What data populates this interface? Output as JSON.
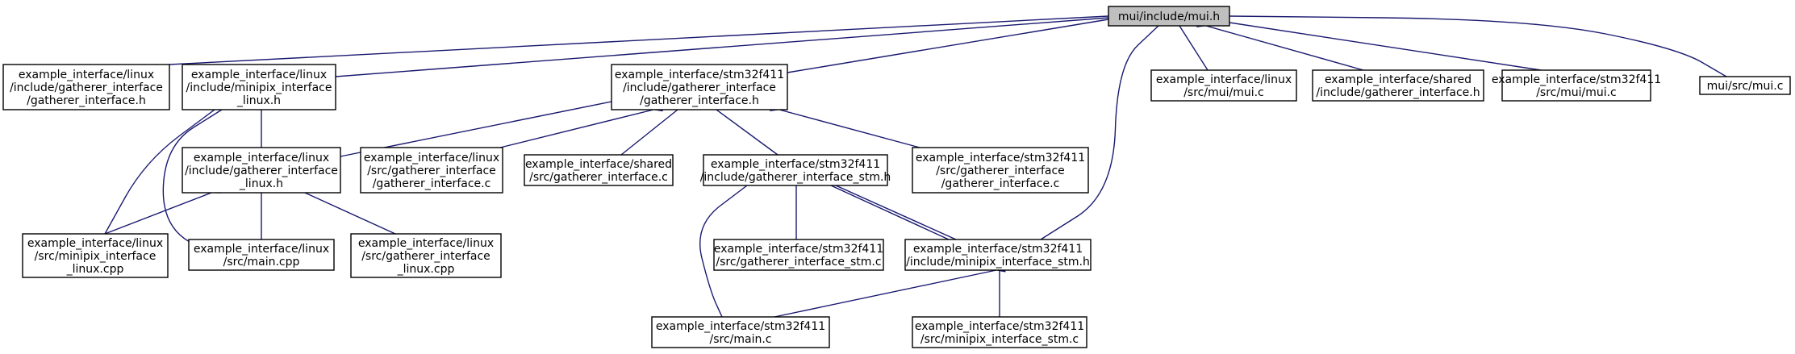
{
  "nodes": {
    "mui_h": [
      "mui/include/mui.h"
    ],
    "linux_gatherer_h": [
      "example_interface/linux",
      "/include/gatherer_interface",
      "/gatherer_interface.h"
    ],
    "linux_minipix_h": [
      "example_interface/linux",
      "/include/minipix_interface",
      "_linux.h"
    ],
    "stm_gatherer_h": [
      "example_interface/stm32f411",
      "/include/gatherer_interface",
      "/gatherer_interface.h"
    ],
    "linux_mui_c": [
      "example_interface/linux",
      "/src/mui/mui.c"
    ],
    "shared_gatherer_h": [
      "example_interface/shared",
      "/include/gatherer_interface.h"
    ],
    "stm_mui_c": [
      "example_interface/stm32f411",
      "/src/mui/mui.c"
    ],
    "mui_src_c": [
      "mui/src/mui.c"
    ],
    "linux_gatherer_linux_h": [
      "example_interface/linux",
      "/include/gatherer_interface",
      "_linux.h"
    ],
    "linux_gatherer_c": [
      "example_interface/linux",
      "/src/gatherer_interface",
      "/gatherer_interface.c"
    ],
    "shared_gatherer_c": [
      "example_interface/shared",
      "/src/gatherer_interface.c"
    ],
    "stm_gatherer_stm_h": [
      "example_interface/stm32f411",
      "/include/gatherer_interface_stm.h"
    ],
    "stm_gatherer_c": [
      "example_interface/stm32f411",
      "/src/gatherer_interface",
      "/gatherer_interface.c"
    ],
    "linux_minipix_cpp": [
      "example_interface/linux",
      "/src/minipix_interface",
      "_linux.cpp"
    ],
    "linux_main_cpp": [
      "example_interface/linux",
      "/src/main.cpp"
    ],
    "linux_gatherer_linux_cpp": [
      "example_interface/linux",
      "/src/gatherer_interface",
      "_linux.cpp"
    ],
    "stm_gatherer_stm_c": [
      "example_interface/stm32f411",
      "/src/gatherer_interface_stm.c"
    ],
    "stm_minipix_h": [
      "example_interface/stm32f411",
      "/include/minipix_interface_stm.h"
    ],
    "stm_main_c": [
      "example_interface/stm32f411",
      "/src/main.c"
    ],
    "stm_minipix_c": [
      "example_interface/stm32f411",
      "/src/minipix_interface_stm.c"
    ]
  },
  "edges": [
    [
      "linux_gatherer_h",
      "mui_h"
    ],
    [
      "linux_minipix_h",
      "mui_h"
    ],
    [
      "stm_gatherer_h",
      "mui_h"
    ],
    [
      "linux_mui_c",
      "mui_h"
    ],
    [
      "shared_gatherer_h",
      "mui_h"
    ],
    [
      "stm_mui_c",
      "mui_h"
    ],
    [
      "mui_src_c",
      "mui_h"
    ],
    [
      "stm_minipix_h",
      "mui_h"
    ],
    [
      "linux_gatherer_linux_h",
      "linux_minipix_h"
    ],
    [
      "linux_minipix_cpp",
      "linux_minipix_h"
    ],
    [
      "linux_main_cpp",
      "linux_minipix_h"
    ],
    [
      "linux_gatherer_linux_h",
      "stm_gatherer_h"
    ],
    [
      "linux_gatherer_c",
      "stm_gatherer_h"
    ],
    [
      "shared_gatherer_c",
      "stm_gatherer_h"
    ],
    [
      "stm_gatherer_stm_h",
      "stm_gatherer_h"
    ],
    [
      "stm_gatherer_c",
      "stm_gatherer_h"
    ],
    [
      "linux_minipix_cpp",
      "linux_gatherer_linux_h"
    ],
    [
      "linux_main_cpp",
      "linux_gatherer_linux_h"
    ],
    [
      "linux_gatherer_linux_cpp",
      "linux_gatherer_linux_h"
    ],
    [
      "stm_gatherer_stm_c",
      "stm_gatherer_stm_h"
    ],
    [
      "stm_minipix_h",
      "stm_gatherer_stm_h"
    ],
    [
      "stm_main_c",
      "stm_gatherer_stm_h"
    ],
    [
      "stm_gatherer_stm_h",
      "stm_minipix_h"
    ],
    [
      "stm_main_c",
      "stm_minipix_h"
    ],
    [
      "stm_minipix_c",
      "stm_minipix_h"
    ]
  ],
  "colors": {
    "edge": "#191970",
    "root_fill": "#bfbfbf",
    "node_fill": "#ffffff",
    "border": "#000000"
  }
}
